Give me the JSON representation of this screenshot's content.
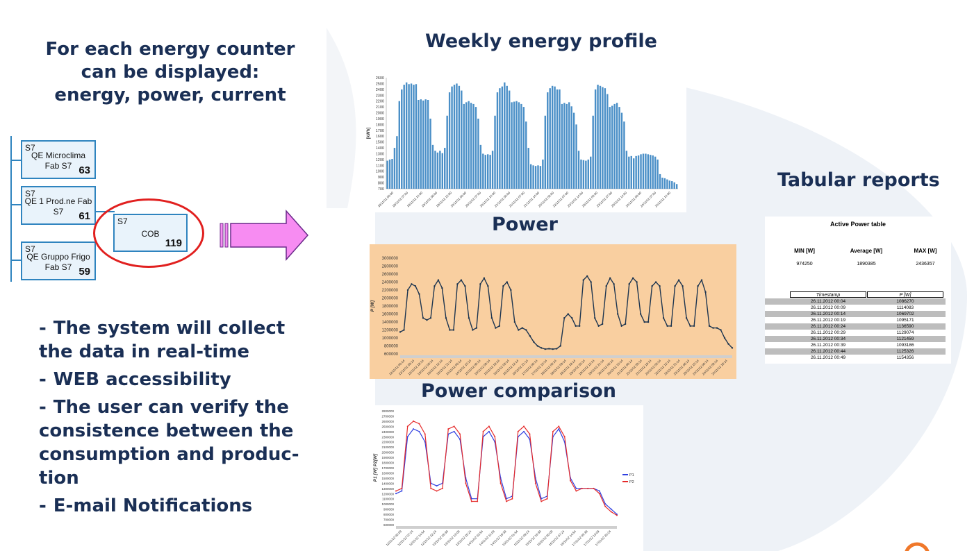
{
  "intro": {
    "lines": [
      "For each energy counter",
      "can be displayed:",
      "energy, power, current"
    ]
  },
  "tree": {
    "nodes": [
      {
        "tag": "S7",
        "name1": "QE Microclima",
        "name2": "Fab S7",
        "number": "63"
      },
      {
        "tag": "S7",
        "name1": "QE 1 Prod.ne Fab",
        "name2": "S7",
        "number": "61"
      },
      {
        "tag": "S7",
        "name1": "COB",
        "name2": "",
        "number": "119"
      },
      {
        "tag": "S7",
        "name1": "QE Gruppo Frigo",
        "name2": "Fab S7",
        "number": "59"
      }
    ]
  },
  "bullets": [
    {
      "dash": "-",
      "text": "The system will collect the data in real-time"
    },
    {
      "dash": "-",
      "text": "WEB accessibility"
    },
    {
      "dash": "-",
      "text": "The user can verify the consistence between the consumption and produc- tion"
    },
    {
      "dash": "-",
      "text": "E-mail Notifications"
    }
  ],
  "colors": {
    "title": "#1a2f55",
    "node_border": "#2f84bf",
    "highlight_ring": "#e1201f",
    "arrow_fill": "#f78cf2",
    "bar": "#4a8fc7",
    "power_bg": "#f9cfa0",
    "p1": "#2f3fe0",
    "p2": "#e52a2a"
  },
  "chart_data": [
    {
      "type": "bar",
      "title": "Weekly energy profile",
      "ylabel": "[kWh]",
      "ylim": [
        700,
        2600
      ],
      "yticks": [
        "700",
        "800",
        "900",
        "1000",
        "1100",
        "1200",
        "1300",
        "1400",
        "1500",
        "1600",
        "1700",
        "1800",
        "1900",
        "2000",
        "2100",
        "2200",
        "2300",
        "2400",
        "2500",
        "2600"
      ],
      "x_tick_labels": [
        "18/11/12 00:00",
        "18/11/12 07:00",
        "18/11/12 14:00",
        "19/11/12 08:00",
        "19/11/12 15:00",
        "20/11/12 00:00",
        "20/11/12 07:00",
        "20/11/12 14:00",
        "21/11/12 00:00",
        "21/11/12 07:00",
        "21/11/12 14:00",
        "22/11/12 00:00",
        "22/11/12 07:00",
        "22/11/12 14:00",
        "23/11/12 00:00",
        "23/11/12 07:00",
        "23/11/12 14:00",
        "24/11/12 00:00",
        "24/11/12 07:00",
        "24/11/12 14:00"
      ],
      "values": [
        1180,
        1200,
        1210,
        1400,
        1600,
        2200,
        2400,
        2480,
        2520,
        2490,
        2500,
        2480,
        2490,
        2220,
        2230,
        2210,
        2230,
        2220,
        1900,
        1450,
        1350,
        1320,
        1350,
        1310,
        1400,
        1950,
        2350,
        2450,
        2480,
        2500,
        2460,
        2380,
        2150,
        2180,
        2200,
        2170,
        2150,
        2100,
        1900,
        1450,
        1300,
        1280,
        1290,
        1280,
        1350,
        1950,
        2350,
        2420,
        2450,
        2520,
        2460,
        2380,
        2180,
        2190,
        2200,
        2180,
        2150,
        2100,
        1850,
        1400,
        1120,
        1100,
        1090,
        1100,
        1090,
        1200,
        1950,
        2350,
        2420,
        2460,
        2450,
        2400,
        2400,
        2150,
        2170,
        2150,
        2180,
        2110,
        2000,
        1800,
        1350,
        1200,
        1190,
        1180,
        1200,
        1250,
        1950,
        2400,
        2480,
        2460,
        2440,
        2420,
        2320,
        2100,
        2120,
        2150,
        2170,
        2100,
        2000,
        1850,
        1350,
        1250,
        1260,
        1220,
        1260,
        1270,
        1290,
        1300,
        1300,
        1290,
        1280,
        1270,
        1250,
        1200,
        950,
        890,
        880,
        860,
        840,
        830,
        810,
        780
      ]
    },
    {
      "type": "line",
      "title": "Power",
      "ylabel": "P [W]",
      "ylim": [
        600000,
        3000000
      ],
      "yticks": [
        "600000",
        "800000",
        "1000000",
        "1200000",
        "1400000",
        "1600000",
        "1800000",
        "2000000",
        "2200000",
        "2400000",
        "2600000",
        "2800000",
        "3000000"
      ],
      "x_tick_labels": [
        "12/11/12 00:14",
        "12/11/12 09:14",
        "12/11/12 18:14",
        "13/11/12 03:14",
        "13/11/12 12:14",
        "13/11/12 21:14",
        "14/11/12 06:14",
        "14/11/12 15:14",
        "15/11/12 00:14",
        "15/11/12 09:14",
        "15/11/12 18:14",
        "16/11/12 03:14",
        "16/11/12 12:14",
        "16/11/12 21:14",
        "17/11/12 06:14",
        "17/11/12 15:14",
        "18/11/12 00:14",
        "18/11/12 09:14",
        "18/11/12 18:14",
        "19/11/12 03:14",
        "19/11/12 12:14",
        "19/11/12 21:14",
        "20/11/12 06:14",
        "20/11/12 15:14",
        "21/11/12 00:14",
        "21/11/12 09:14",
        "21/11/12 18:14",
        "22/11/12 03:14",
        "22/11/12 12:14",
        "22/11/12 21:14",
        "23/11/12 06:14",
        "23/11/12 15:14",
        "24/11/12 00:14",
        "24/11/12 09:14",
        "24/11/12 18:14"
      ],
      "series": [
        {
          "values": [
            1150000,
            1200000,
            2200000,
            2350000,
            2300000,
            2100000,
            1500000,
            1450000,
            1500000,
            2300000,
            2450000,
            2250000,
            1500000,
            1200000,
            1200000,
            2350000,
            2450000,
            2300000,
            1500000,
            1200000,
            1250000,
            2350000,
            2500000,
            2300000,
            1500000,
            1250000,
            1300000,
            2300000,
            2400000,
            2200000,
            1400000,
            1200000,
            1250000,
            1200000,
            1050000,
            900000,
            800000,
            750000,
            720000,
            730000,
            720000,
            730000,
            800000,
            1500000,
            1600000,
            1500000,
            1300000,
            1300000,
            2450000,
            2550000,
            2400000,
            1500000,
            1300000,
            1350000,
            2300000,
            2500000,
            2350000,
            1600000,
            1300000,
            1350000,
            2350000,
            2500000,
            2400000,
            1600000,
            1400000,
            1400000,
            2300000,
            2400000,
            2300000,
            1500000,
            1300000,
            1300000,
            2300000,
            2450000,
            2300000,
            1500000,
            1300000,
            1300000,
            2300000,
            2450000,
            2150000,
            1300000,
            1250000,
            1250000,
            1200000,
            1000000,
            850000,
            750000
          ]
        }
      ]
    },
    {
      "type": "line",
      "title": "Power comparison",
      "ylabel": "P1 [W] P2[W]",
      "ylim": [
        600000,
        2800000
      ],
      "yticks": [
        "600000",
        "700000",
        "800000",
        "900000",
        "1000000",
        "1100000",
        "1200000",
        "1300000",
        "1400000",
        "1500000",
        "1600000",
        "1700000",
        "1800000",
        "1900000",
        "2000000",
        "2100000",
        "2200000",
        "2300000",
        "2400000",
        "2500000",
        "2600000",
        "2700000",
        "2800000"
      ],
      "x_tick_labels": [
        "12/11/12 00:09",
        "12/11/12 07:24",
        "12/11/12 14:54",
        "12/11/12 22:24",
        "13/11/12 05:39",
        "13/11/12 13:09",
        "13/11/12 20:24",
        "14/11/12 03:54",
        "14/11/12 11:09",
        "14/11/12 18:39",
        "15/11/12 01:54",
        "15/11/12 09:24",
        "15/11/12 16:39",
        "16/11/12 00:09",
        "16/11/12 07:24",
        "16/11/12 14:54",
        "17/11/12 05:39",
        "17/11/12 13:09",
        "17/11/12 20:24"
      ],
      "series": [
        {
          "name": "P1",
          "values": [
            1200000,
            1250000,
            2300000,
            2450000,
            2400000,
            2200000,
            1400000,
            1350000,
            1400000,
            2350000,
            2400000,
            2250000,
            1500000,
            1100000,
            1100000,
            2300000,
            2400000,
            2200000,
            1500000,
            1100000,
            1150000,
            2300000,
            2400000,
            2250000,
            1500000,
            1100000,
            1150000,
            2300000,
            2450000,
            2200000,
            1500000,
            1300000,
            1300000,
            1300000,
            1300000,
            1250000,
            1000000,
            900000,
            800000
          ]
        },
        {
          "name": "P2",
          "values": [
            1250000,
            1300000,
            2500000,
            2600000,
            2550000,
            2350000,
            1300000,
            1250000,
            1300000,
            2450000,
            2500000,
            2350000,
            1400000,
            1050000,
            1050000,
            2400000,
            2500000,
            2300000,
            1400000,
            1050000,
            1100000,
            2400000,
            2500000,
            2350000,
            1400000,
            1050000,
            1100000,
            2400000,
            2500000,
            2300000,
            1450000,
            1250000,
            1300000,
            1300000,
            1300000,
            1200000,
            950000,
            850000,
            780000
          ]
        }
      ]
    },
    {
      "type": "table",
      "title": "Tabular reports",
      "table_title": "Active Power table",
      "summary": [
        {
          "label": "MIN [W]",
          "value": "974250"
        },
        {
          "label": "Average [W]",
          "value": "1890385"
        },
        {
          "label": "MAX [W]",
          "value": "2436357"
        }
      ],
      "columns": [
        "Timestamp",
        "P [W]"
      ],
      "rows": [
        [
          "26.11.2012 00:04",
          "1086270"
        ],
        [
          "26.11.2012 00:09",
          "1114083"
        ],
        [
          "26.11.2012 00:14",
          "1069702"
        ],
        [
          "26.11.2012 00:19",
          "1095171"
        ],
        [
          "26.11.2012 00:24",
          "1136590"
        ],
        [
          "26.11.2012 00:29",
          "1129074"
        ],
        [
          "26.11.2012 00:34",
          "1121459"
        ],
        [
          "26.11.2012 00:39",
          "1093186"
        ],
        [
          "26.11.2012 00:44",
          "1125326"
        ],
        [
          "26.11.2012 00:49",
          "1154356"
        ]
      ]
    }
  ]
}
